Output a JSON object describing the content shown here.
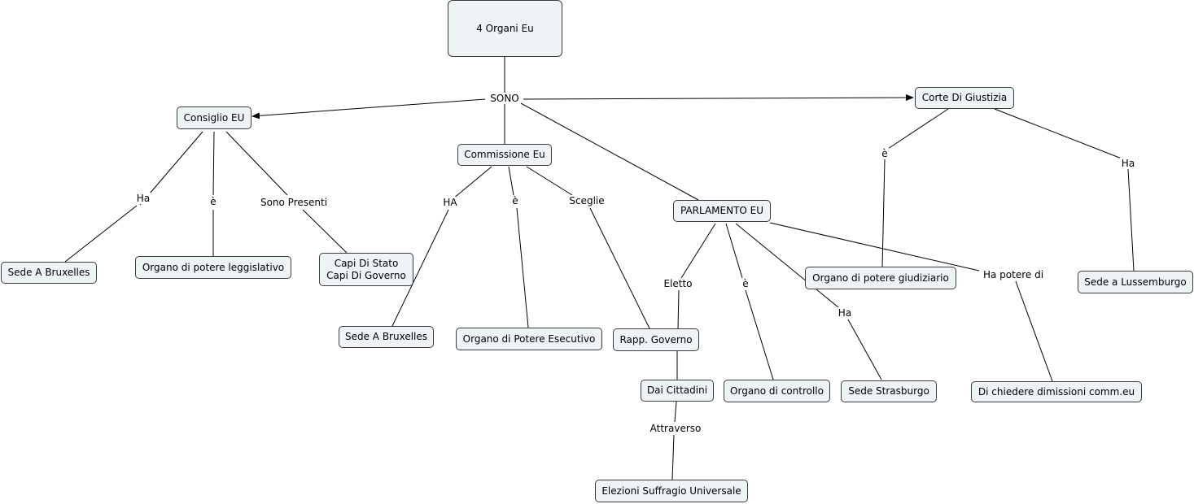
{
  "concept_map": {
    "root": "4 Organi Eu",
    "nodes": {
      "consiglio": "Consiglio EU",
      "commissione": "Commissione Eu",
      "parlamento": "PARLAMENTO EU",
      "corte": "Corte Di Giustizia",
      "sede_bruxelles_consiglio": "Sede A Bruxelles",
      "organo_legislativo": "Organo di potere leggislativo",
      "capi": "Capi Di Stato\nCapi Di Governo",
      "sede_bruxelles_commissione": "Sede A Bruxelles",
      "organo_esecutivo": "Organo di Potere Esecutivo",
      "rapp_governo": "Rapp. Governo",
      "dai_cittadini": "Dai Cittadini",
      "elezioni": "Elezioni Suffragio Universale",
      "organo_controllo": "Organo di controllo",
      "sede_strasburgo": "Sede Strasburgo",
      "organo_giudiziario": "Organo di potere giudiziario",
      "dimissioni": "Di chiedere dimissioni comm.eu",
      "sede_lussemburgo": "Sede a Lussemburgo"
    },
    "linking_phrases": {
      "sono": "SONO",
      "consiglio_ha": "Ha",
      "consiglio_e": "è",
      "consiglio_sono_presenti": "Sono Presenti",
      "commissione_ha": "HA",
      "commissione_e": "è",
      "commissione_sceglie": "Sceglie",
      "parlamento_eletto": "Eletto",
      "cittadini_attraverso": "Attraverso",
      "parlamento_e": "è",
      "parlamento_ha": "Ha",
      "parlamento_ha_potere_di": "Ha potere di",
      "corte_e": "è",
      "corte_ha": "Ha"
    }
  }
}
